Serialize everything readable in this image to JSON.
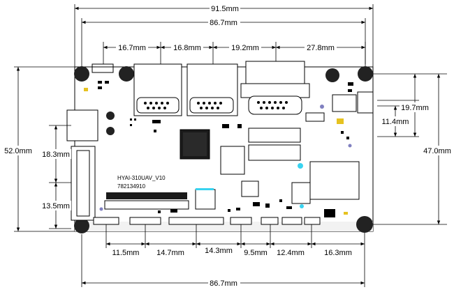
{
  "board": {
    "model": "HYAI-310UAV_V10",
    "serial": "782134910"
  },
  "dimensions": {
    "top_total": "91.5mm",
    "top_holes": "86.7mm",
    "top_conn_1": "16.7mm",
    "top_conn_2": "16.8mm",
    "top_conn_3": "19.2mm",
    "top_conn_4": "27.8mm",
    "left_height": "52.0mm",
    "left_upper": "18.3mm",
    "left_lower": "13.5mm",
    "right_height": "47.0mm",
    "right_upper": "19.7mm",
    "right_lower": "11.4mm",
    "bottom_1": "11.5mm",
    "bottom_2": "14.7mm",
    "bottom_3": "14.3mm",
    "bottom_4": "9.5mm",
    "bottom_5": "12.4mm",
    "bottom_6": "16.3mm",
    "bottom_total": "86.7mm"
  }
}
